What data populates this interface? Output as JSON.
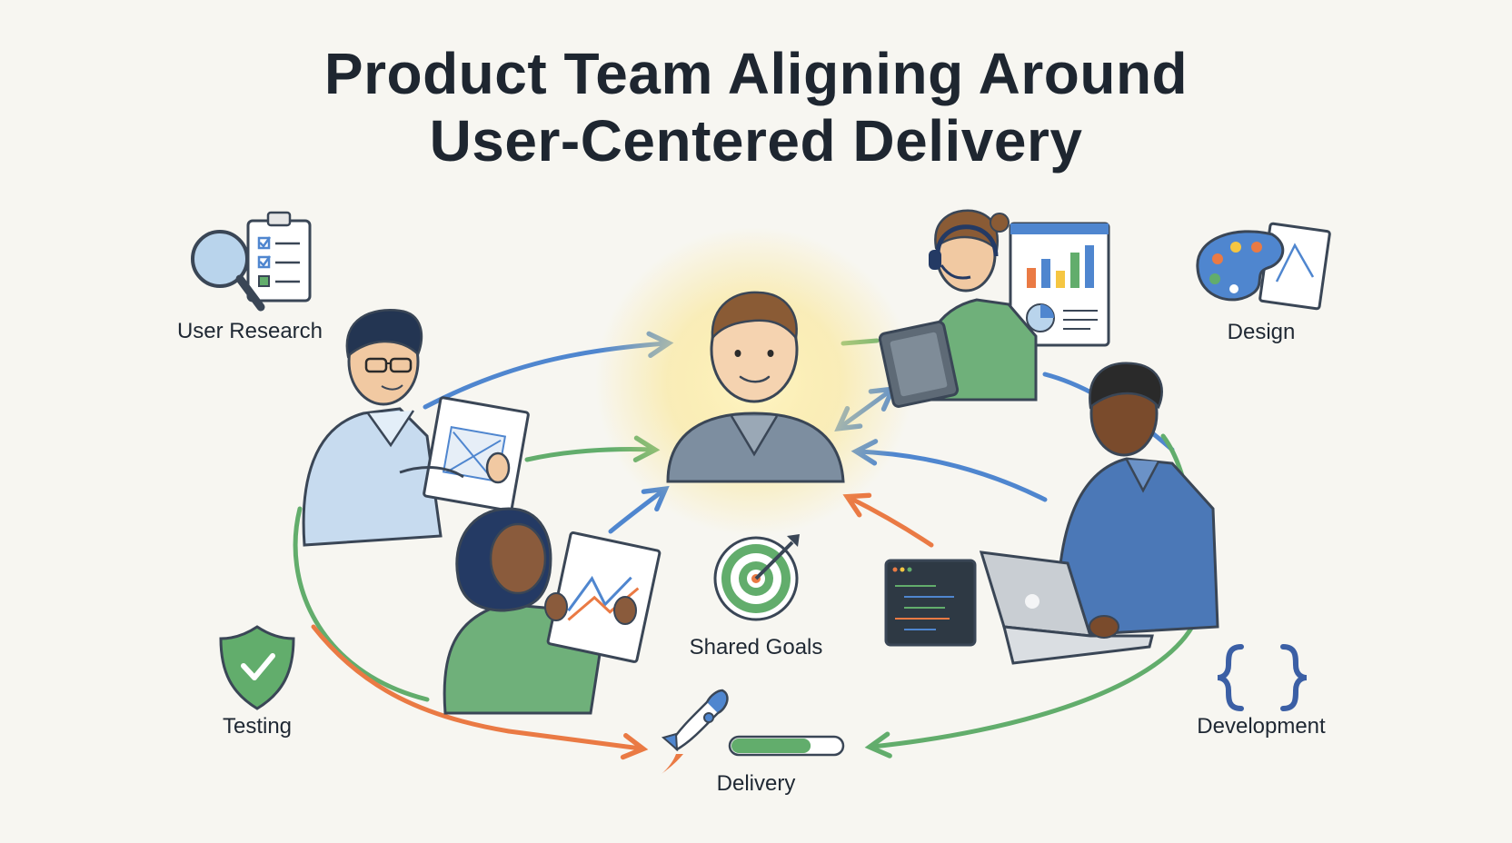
{
  "title": {
    "line1": "Product Team Aligning Around",
    "line2": "User-Centered Delivery"
  },
  "stages": {
    "user_research": "User Research",
    "design": "Design",
    "development": "Development",
    "delivery": "Delivery",
    "testing": "Testing",
    "shared_goals": "Shared Goals"
  },
  "colors": {
    "background": "#f7f6f1",
    "blue_arrow": "#4f86cf",
    "green_arrow": "#62ad6c",
    "orange_arrow": "#ea7a44",
    "ink": "#1f2833",
    "glow": "#fbe58a"
  },
  "delivery_progress": 0.72
}
